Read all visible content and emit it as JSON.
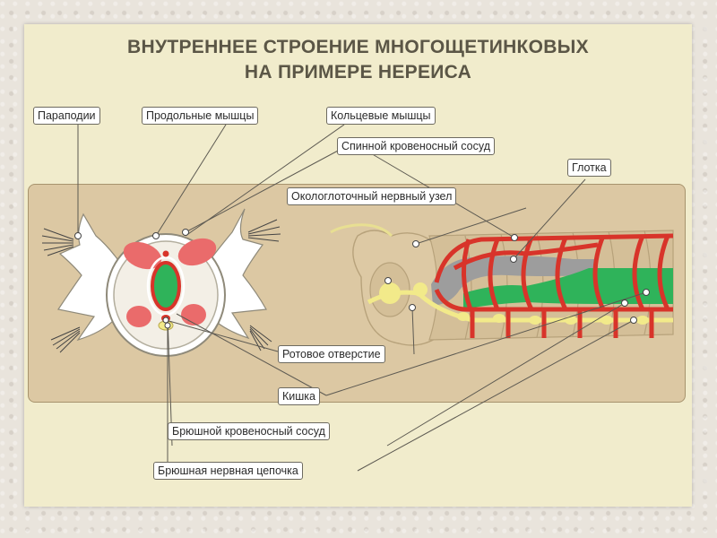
{
  "title": {
    "line1": "ВНУТРЕННЕЕ СТРОЕНИЕ МНОГОЩЕТИНКОВЫХ",
    "line2": "НА ПРИМЕРЕ НЕРЕИСА"
  },
  "labels": {
    "parapodia": "Параподии",
    "longitudinal_muscles": "Продольные мышцы",
    "ring_muscles": "Кольцевые мышцы",
    "dorsal_vessel": "Спинной кровеносный сосуд",
    "pharynx": "Глотка",
    "periphary_ganglion": "Окологлоточный нервный узел",
    "mouth": "Ротовое отверстие",
    "intestine": "Кишка",
    "ventral_vessel": "Брюшной кровеносный сосуд",
    "ventral_nerve_cord": "Брюшная нервная цепочка"
  },
  "colors": {
    "slide_bg": "#f1eccc",
    "panel_bg": "#dcc8a3",
    "blood_vessel": "#d8342a",
    "intestine": "#2fb35a",
    "muscle": "#e96a6a",
    "nerve": "#f2ea8a",
    "title": "#5b5646"
  }
}
